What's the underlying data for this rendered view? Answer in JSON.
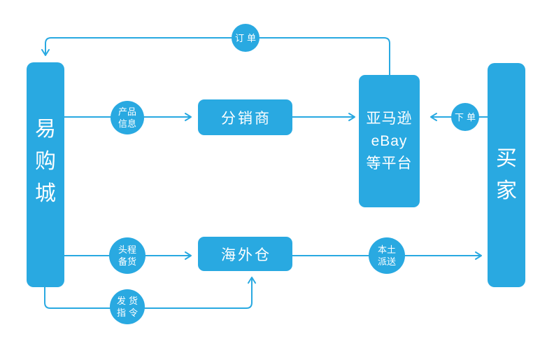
{
  "diagram": {
    "colors": {
      "accent": "#29a9e1",
      "label_text": "#ffffff",
      "background": "#ffffff"
    },
    "nodes": {
      "store": {
        "label": "易购城"
      },
      "distributor": {
        "label": "分销商"
      },
      "platform": {
        "lines": [
          "亚马逊",
          "eBay",
          "等平台"
        ]
      },
      "overseas_warehouse": {
        "label": "海外仓"
      },
      "buyer": {
        "label": "买家"
      }
    },
    "edge_labels": {
      "order": {
        "label": "订单"
      },
      "product_info": {
        "lines": [
          "产品",
          "信息"
        ]
      },
      "place_order": {
        "label": "下单"
      },
      "first_leg_stocking": {
        "lines": [
          "头程",
          "备货"
        ]
      },
      "local_delivery": {
        "lines": [
          "本土",
          "派送"
        ]
      },
      "dispatch_instruction": {
        "lines": [
          "发货",
          "指令"
        ]
      }
    }
  }
}
